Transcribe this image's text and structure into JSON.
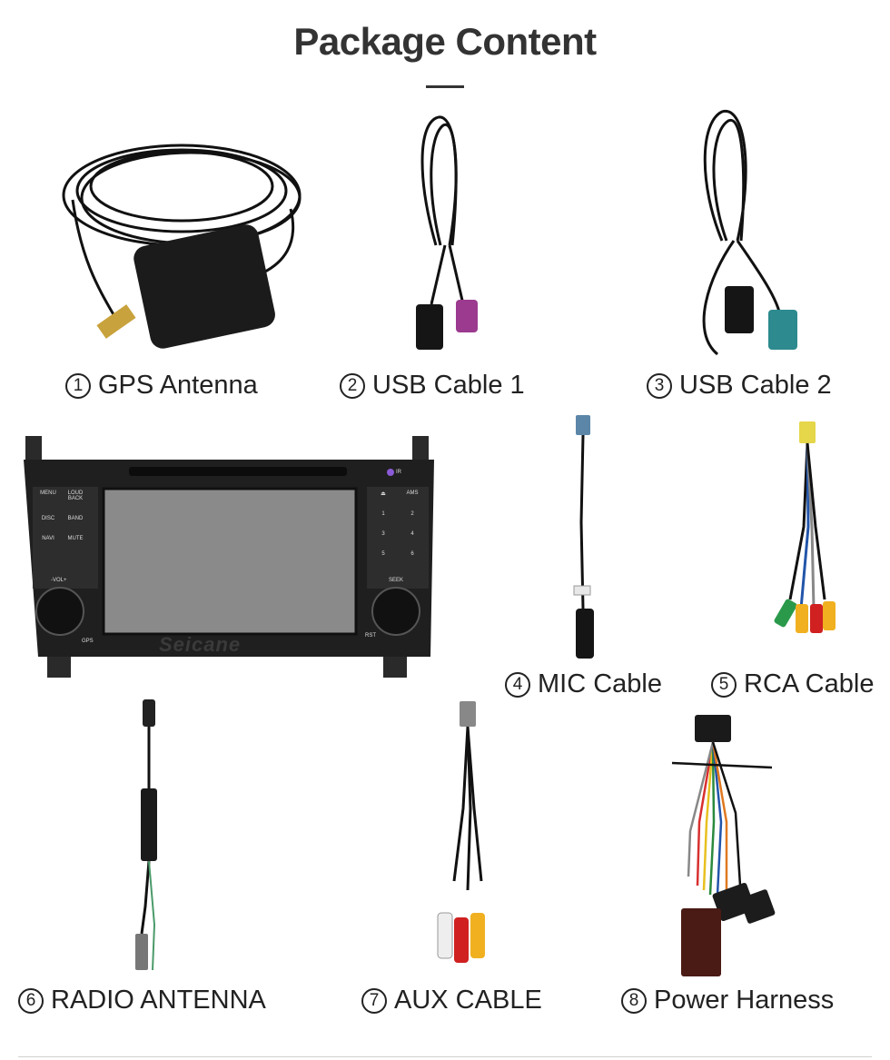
{
  "title": "Package Content",
  "colors": {
    "title": "#333333",
    "label": "#222222",
    "cable": "#111111",
    "screen": "#8a8a8a"
  },
  "items": [
    {
      "num": "1",
      "label": "GPS Antenna",
      "icon": "gps-antenna-image"
    },
    {
      "num": "2",
      "label": "USB Cable 1",
      "icon": "usb-cable-image"
    },
    {
      "num": "3",
      "label": "USB Cable 2",
      "icon": "usb-cable-image"
    },
    {
      "num": "4",
      "label": "MIC Cable",
      "icon": "mic-cable-image"
    },
    {
      "num": "5",
      "label": "RCA Cable",
      "icon": "rca-cable-image"
    },
    {
      "num": "6",
      "label": "RADIO ANTENNA",
      "icon": "radio-antenna-image"
    },
    {
      "num": "7",
      "label": "AUX CABLE",
      "icon": "aux-cable-image"
    },
    {
      "num": "8",
      "label": "Power Harness",
      "icon": "power-harness-image"
    }
  ],
  "head_unit": {
    "brand": "Seicane",
    "left_buttons": [
      "MENU",
      "LOUD BACK",
      "DISC",
      "BAND",
      "NAVI",
      "MUTE"
    ],
    "right_buttons": [
      "AMS",
      "1",
      "2",
      "3",
      "4",
      "5",
      "6"
    ],
    "knob_left": "-VOL+",
    "knob_right": "SEEK",
    "small_labels": [
      "GPS",
      "RST",
      "IR"
    ]
  }
}
